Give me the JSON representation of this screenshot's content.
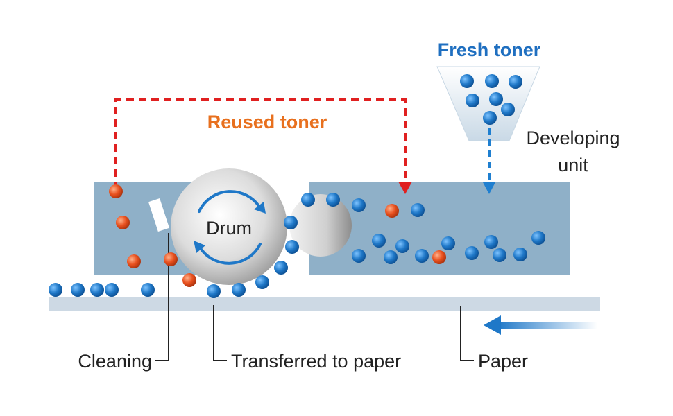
{
  "labels": {
    "fresh_toner": "Fresh toner",
    "reused_toner": "Reused toner",
    "developing_unit_line1": "Developing",
    "developing_unit_line2": "unit",
    "drum": "Drum",
    "cleaning": "Cleaning",
    "transferred": "Transferred to paper",
    "paper": "Paper"
  },
  "colors": {
    "unit_fill": "#8fb0c8",
    "paper_strip": "#cdd9e4",
    "toner_blue": "#1f78c8",
    "toner_orange": "#e8501e",
    "reuse_path": "#e02020",
    "fresh_path": "#1f7fd0",
    "fresh_label": "#1f6fc0",
    "reused_label": "#e8701e",
    "callout_line": "#222222"
  },
  "icons": {
    "drum_rotation": "circular-arrows-icon",
    "paper_direction": "arrow-left-icon"
  }
}
